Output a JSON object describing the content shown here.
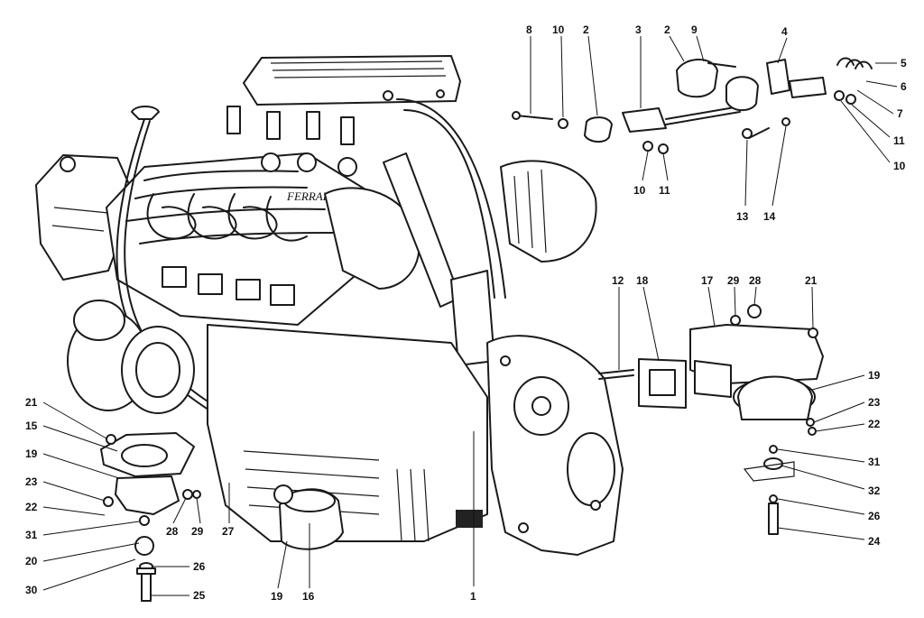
{
  "diagram": {
    "subject": "exploded-engine-and-mounts",
    "logo_text": "FERRARI",
    "callouts": [
      {
        "id": "c8a",
        "label": "8"
      },
      {
        "id": "c10a",
        "label": "10"
      },
      {
        "id": "c2a",
        "label": "2"
      },
      {
        "id": "c3",
        "label": "3"
      },
      {
        "id": "c2b",
        "label": "2"
      },
      {
        "id": "c9",
        "label": "9"
      },
      {
        "id": "c4",
        "label": "4"
      },
      {
        "id": "c5",
        "label": "5"
      },
      {
        "id": "c6",
        "label": "6"
      },
      {
        "id": "c7",
        "label": "7"
      },
      {
        "id": "c11a",
        "label": "11"
      },
      {
        "id": "c10b",
        "label": "10"
      },
      {
        "id": "c10c",
        "label": "10"
      },
      {
        "id": "c11b",
        "label": "11"
      },
      {
        "id": "c13",
        "label": "13"
      },
      {
        "id": "c14",
        "label": "14"
      },
      {
        "id": "c12",
        "label": "12"
      },
      {
        "id": "c18",
        "label": "18"
      },
      {
        "id": "c17",
        "label": "17"
      },
      {
        "id": "c29a",
        "label": "29"
      },
      {
        "id": "c28a",
        "label": "28"
      },
      {
        "id": "c21a",
        "label": "21"
      },
      {
        "id": "c19a",
        "label": "19"
      },
      {
        "id": "c23a",
        "label": "23"
      },
      {
        "id": "c22a",
        "label": "22"
      },
      {
        "id": "c31a",
        "label": "31"
      },
      {
        "id": "c32",
        "label": "32"
      },
      {
        "id": "c26a",
        "label": "26"
      },
      {
        "id": "c24",
        "label": "24"
      },
      {
        "id": "c21b",
        "label": "21"
      },
      {
        "id": "c15",
        "label": "15"
      },
      {
        "id": "c19b",
        "label": "19"
      },
      {
        "id": "c23b",
        "label": "23"
      },
      {
        "id": "c22b",
        "label": "22"
      },
      {
        "id": "c31b",
        "label": "31"
      },
      {
        "id": "c20",
        "label": "20"
      },
      {
        "id": "c30",
        "label": "30"
      },
      {
        "id": "c28b",
        "label": "28"
      },
      {
        "id": "c29b",
        "label": "29"
      },
      {
        "id": "c27",
        "label": "27"
      },
      {
        "id": "c26b",
        "label": "26"
      },
      {
        "id": "c25",
        "label": "25"
      },
      {
        "id": "c19c",
        "label": "19"
      },
      {
        "id": "c16",
        "label": "16"
      },
      {
        "id": "c1",
        "label": "1"
      }
    ]
  }
}
